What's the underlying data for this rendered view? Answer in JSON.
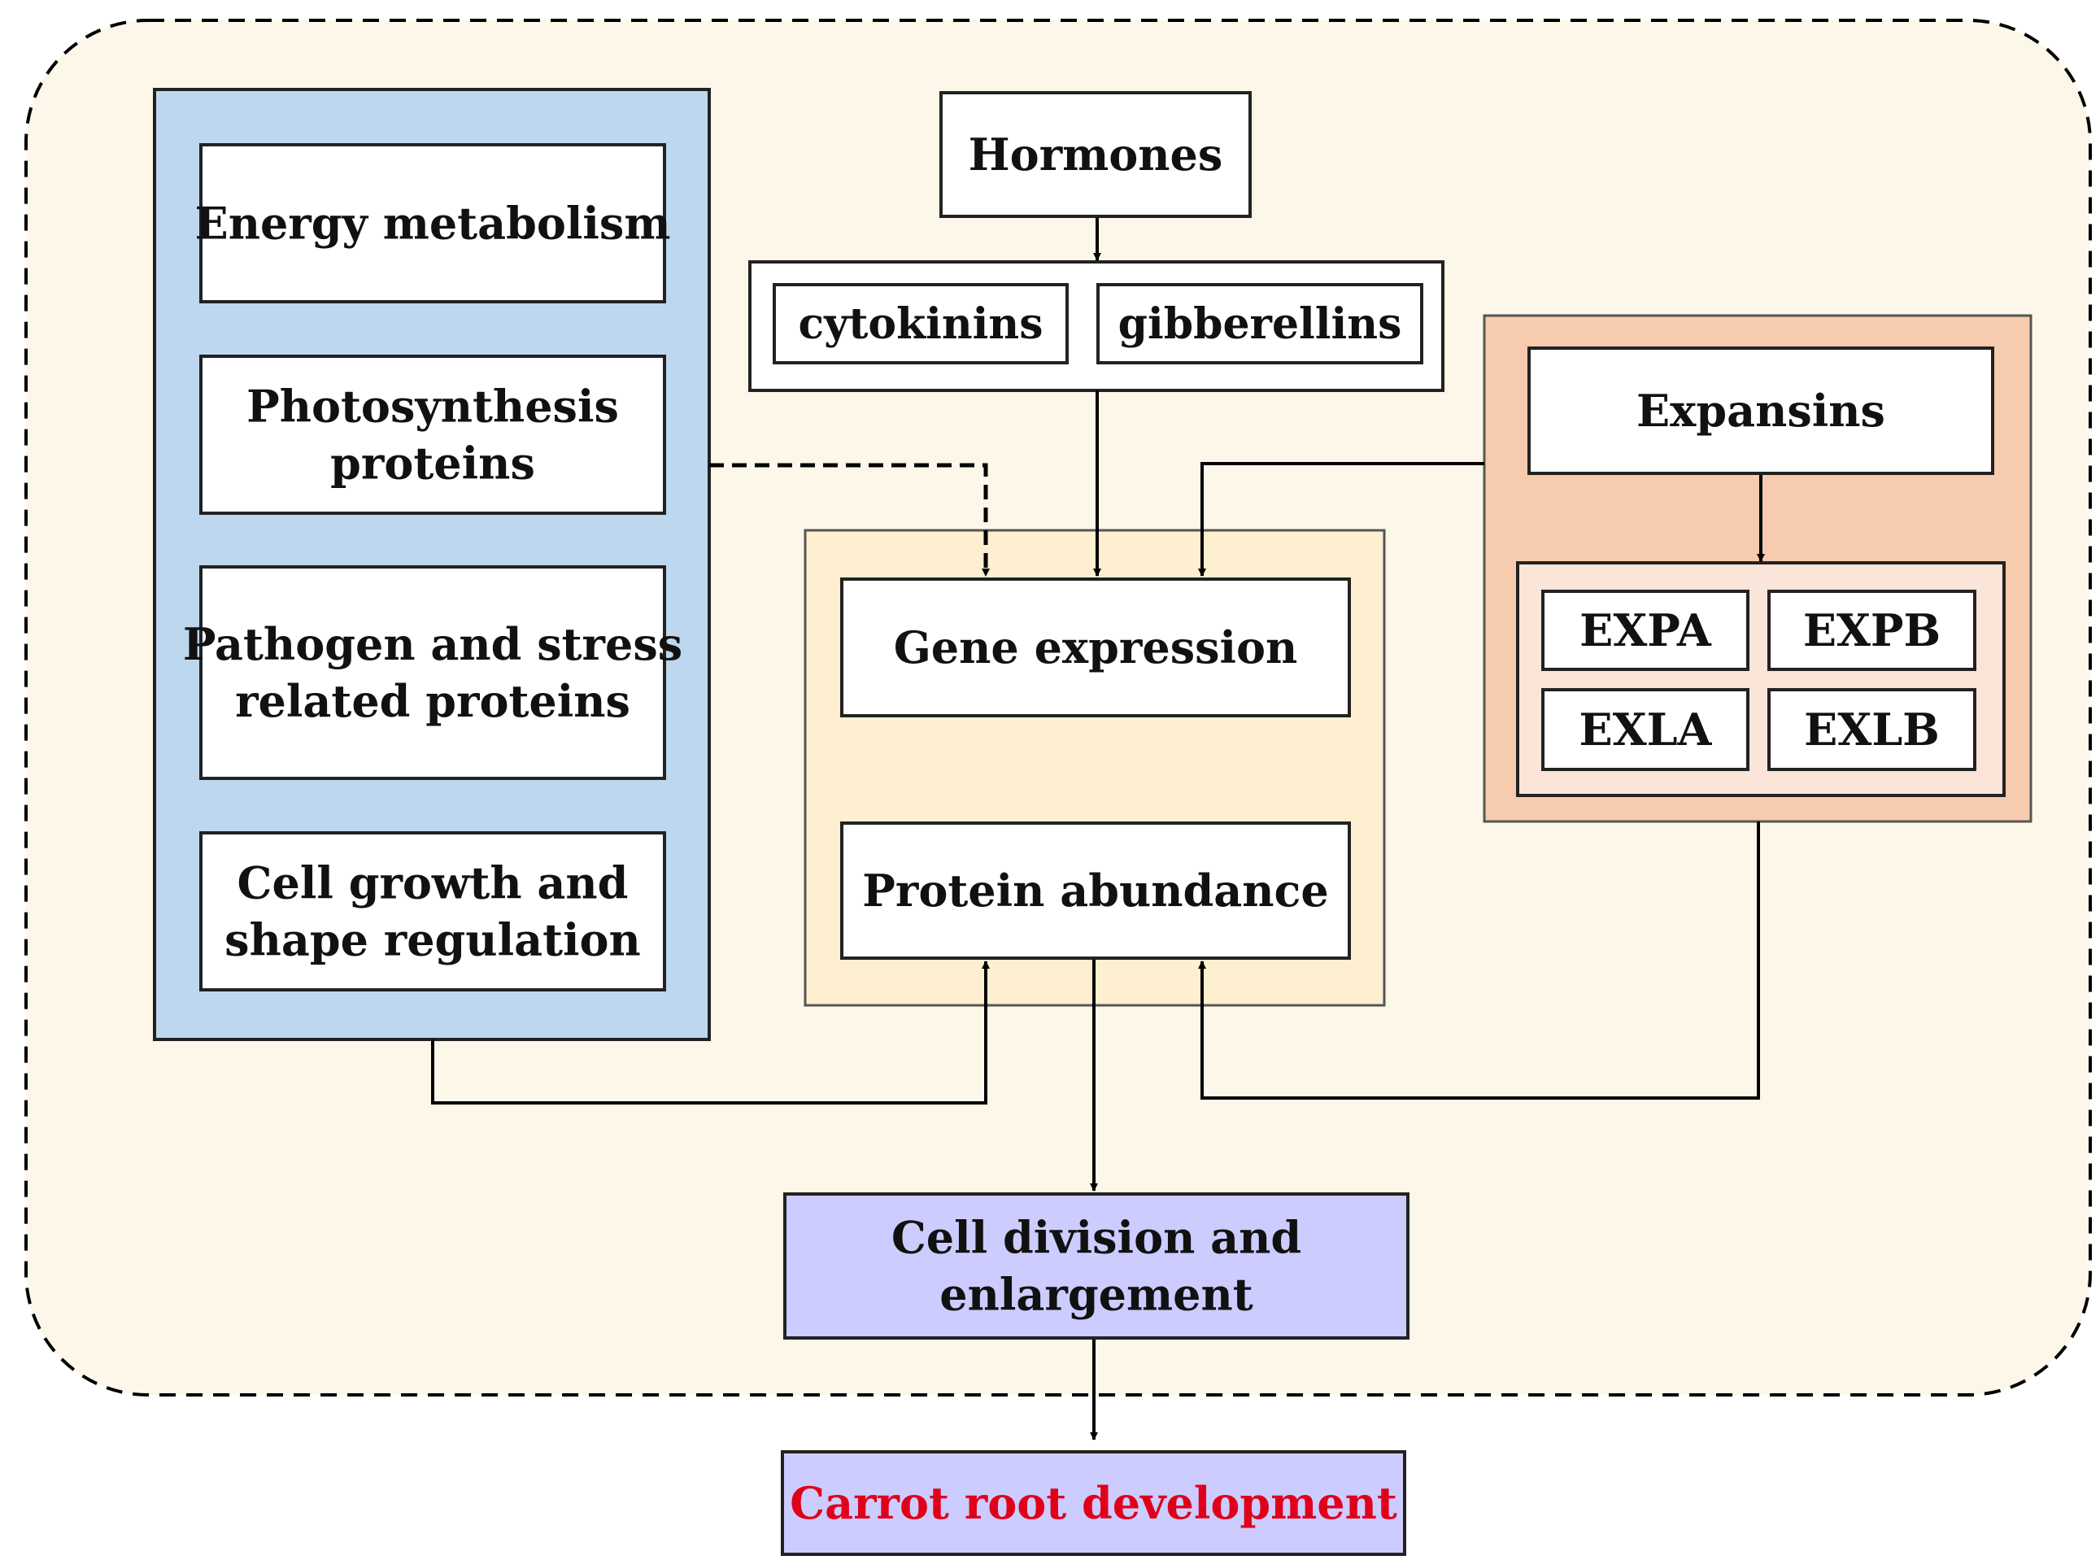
{
  "colors": {
    "outer_fill": "#fdf7e9",
    "left_panel_fill": "#bdd7ee",
    "center_panel_fill": "#fdefcf",
    "right_panel_fill": "#f7cbad",
    "right_inner_fill": "#fbe4d8",
    "cell_division_fill": "#ccccff",
    "carrot_fill": "#ccccff",
    "carrot_text": "#e0001a",
    "text": "#111111",
    "line": "#000000"
  },
  "boxes": {
    "energy_metabolism": [
      "Energy metabolism"
    ],
    "photosynthesis": [
      "Photosynthesis",
      "proteins"
    ],
    "pathogen_stress": [
      "Pathogen and stress",
      "related proteins"
    ],
    "cell_growth": [
      "Cell growth and",
      "shape regulation"
    ],
    "hormones": [
      "Hormones"
    ],
    "cytokinins": [
      "cytokinins"
    ],
    "gibberellins": [
      "gibberellins"
    ],
    "gene_expression": [
      "Gene expression"
    ],
    "protein_abundance": [
      "Protein abundance"
    ],
    "expansins": [
      "Expansins"
    ],
    "expa": [
      "EXPA"
    ],
    "expb": [
      "EXPB"
    ],
    "exla": [
      "EXLA"
    ],
    "exlb": [
      "EXLB"
    ],
    "cell_division": [
      "Cell division and",
      "enlargement"
    ],
    "carrot_root": [
      "Carrot root development"
    ]
  }
}
